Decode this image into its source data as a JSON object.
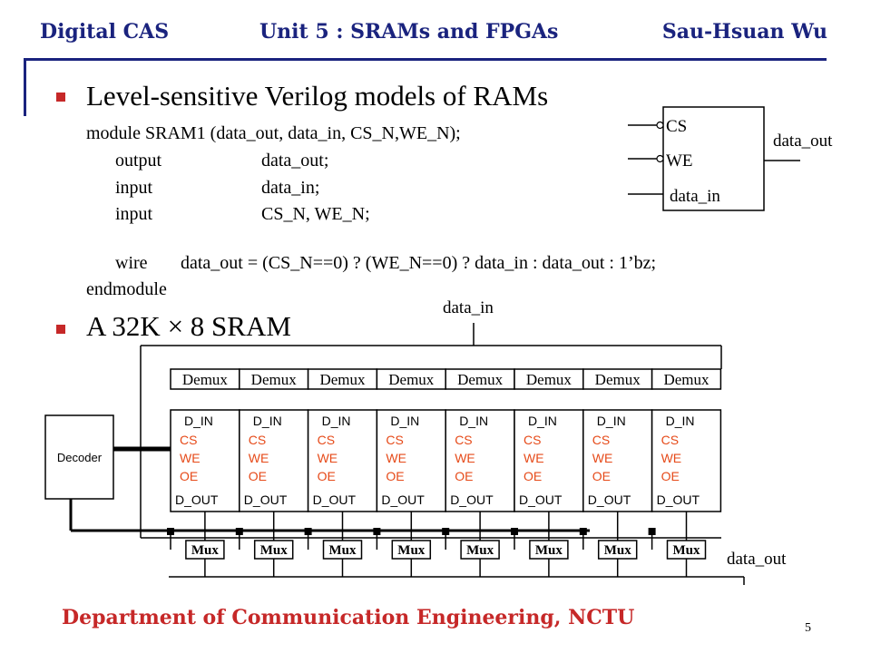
{
  "header": {
    "left": "Digital CAS",
    "center": "Unit 5 : SRAMs and FPGAs",
    "right": "Sau-Hsuan Wu"
  },
  "section1": {
    "title": "Level-sensitive Verilog models of RAMs",
    "code": {
      "module_line": "module SRAM1 (data_out, data_in, CS_N,WE_N);",
      "output_kw": "output",
      "output_val": "data_out;",
      "input1_kw": "input",
      "input1_val": "data_in;",
      "input2_kw": "input",
      "input2_val": "CS_N, WE_N;",
      "wire_kw": "wire",
      "wire_val": "data_out = (CS_N==0) ? (WE_N==0) ? data_in : data_out : 1’bz;",
      "endmodule": "endmodule"
    },
    "block": {
      "cs": "CS",
      "we": "WE",
      "data_in": "data_in",
      "data_out": "data_out"
    }
  },
  "section2": {
    "title": "A 32K × 8 SRAM",
    "data_in_label": "data_in",
    "data_out_label": "data_out",
    "decoder_label": "Decoder",
    "demux_label": "Demux",
    "mux_label": "Mux",
    "cell_labels": {
      "d_in": "D_IN",
      "cs": "CS",
      "we": "WE",
      "oe": "OE",
      "d_out": "D_OUT"
    },
    "colors": {
      "signal": "#e64a19"
    }
  },
  "footer": {
    "department": "Department of Communication Engineering, NCTU",
    "page": "5"
  }
}
